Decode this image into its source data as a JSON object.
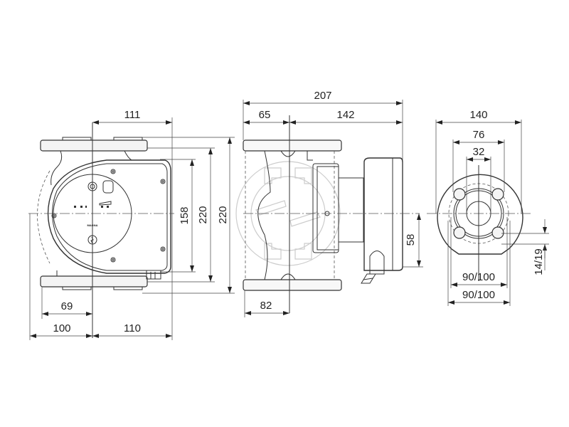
{
  "diagram": {
    "type": "technical-dimension-drawing",
    "subject": "circulator pump",
    "views": [
      {
        "name": "front-view",
        "dimensions": {
          "top_width": "111",
          "control_height": "158",
          "inner_height": "220",
          "outer_height": "220",
          "left_offset": "69",
          "bottom_left": "100",
          "bottom_right": "110"
        },
        "label": "MAGNA"
      },
      {
        "name": "side-view",
        "dimensions": {
          "overall_length": "207",
          "flange_to_center": "65",
          "center_to_end": "142",
          "bottom_offset": "82",
          "terminal_height": "58"
        }
      },
      {
        "name": "flange-view",
        "dimensions": {
          "flange_diameter": "140",
          "raised_face": "76",
          "bore": "32",
          "bolt_circle_1": "90/100",
          "bolt_circle_2": "90/100",
          "bolt_hole": "14/19"
        }
      }
    ]
  }
}
